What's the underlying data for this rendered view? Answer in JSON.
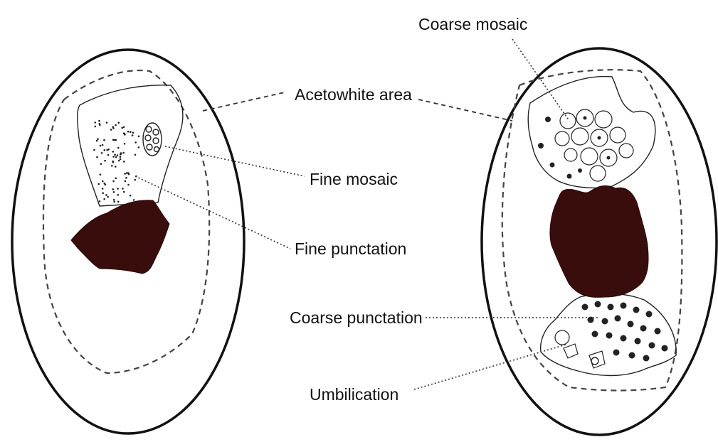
{
  "diagram": {
    "colors": {
      "ink": "#111111",
      "lesion": "#3a0d0d",
      "background": "#ffffff"
    },
    "labels": {
      "coarse_mosaic": "Coarse mosaic",
      "acetowhite_area": "Acetowhite area",
      "fine_mosaic": "Fine mosaic",
      "fine_punctation": "Fine punctation",
      "coarse_punctation": "Coarse punctation",
      "umbilication": "Umbilication"
    }
  }
}
